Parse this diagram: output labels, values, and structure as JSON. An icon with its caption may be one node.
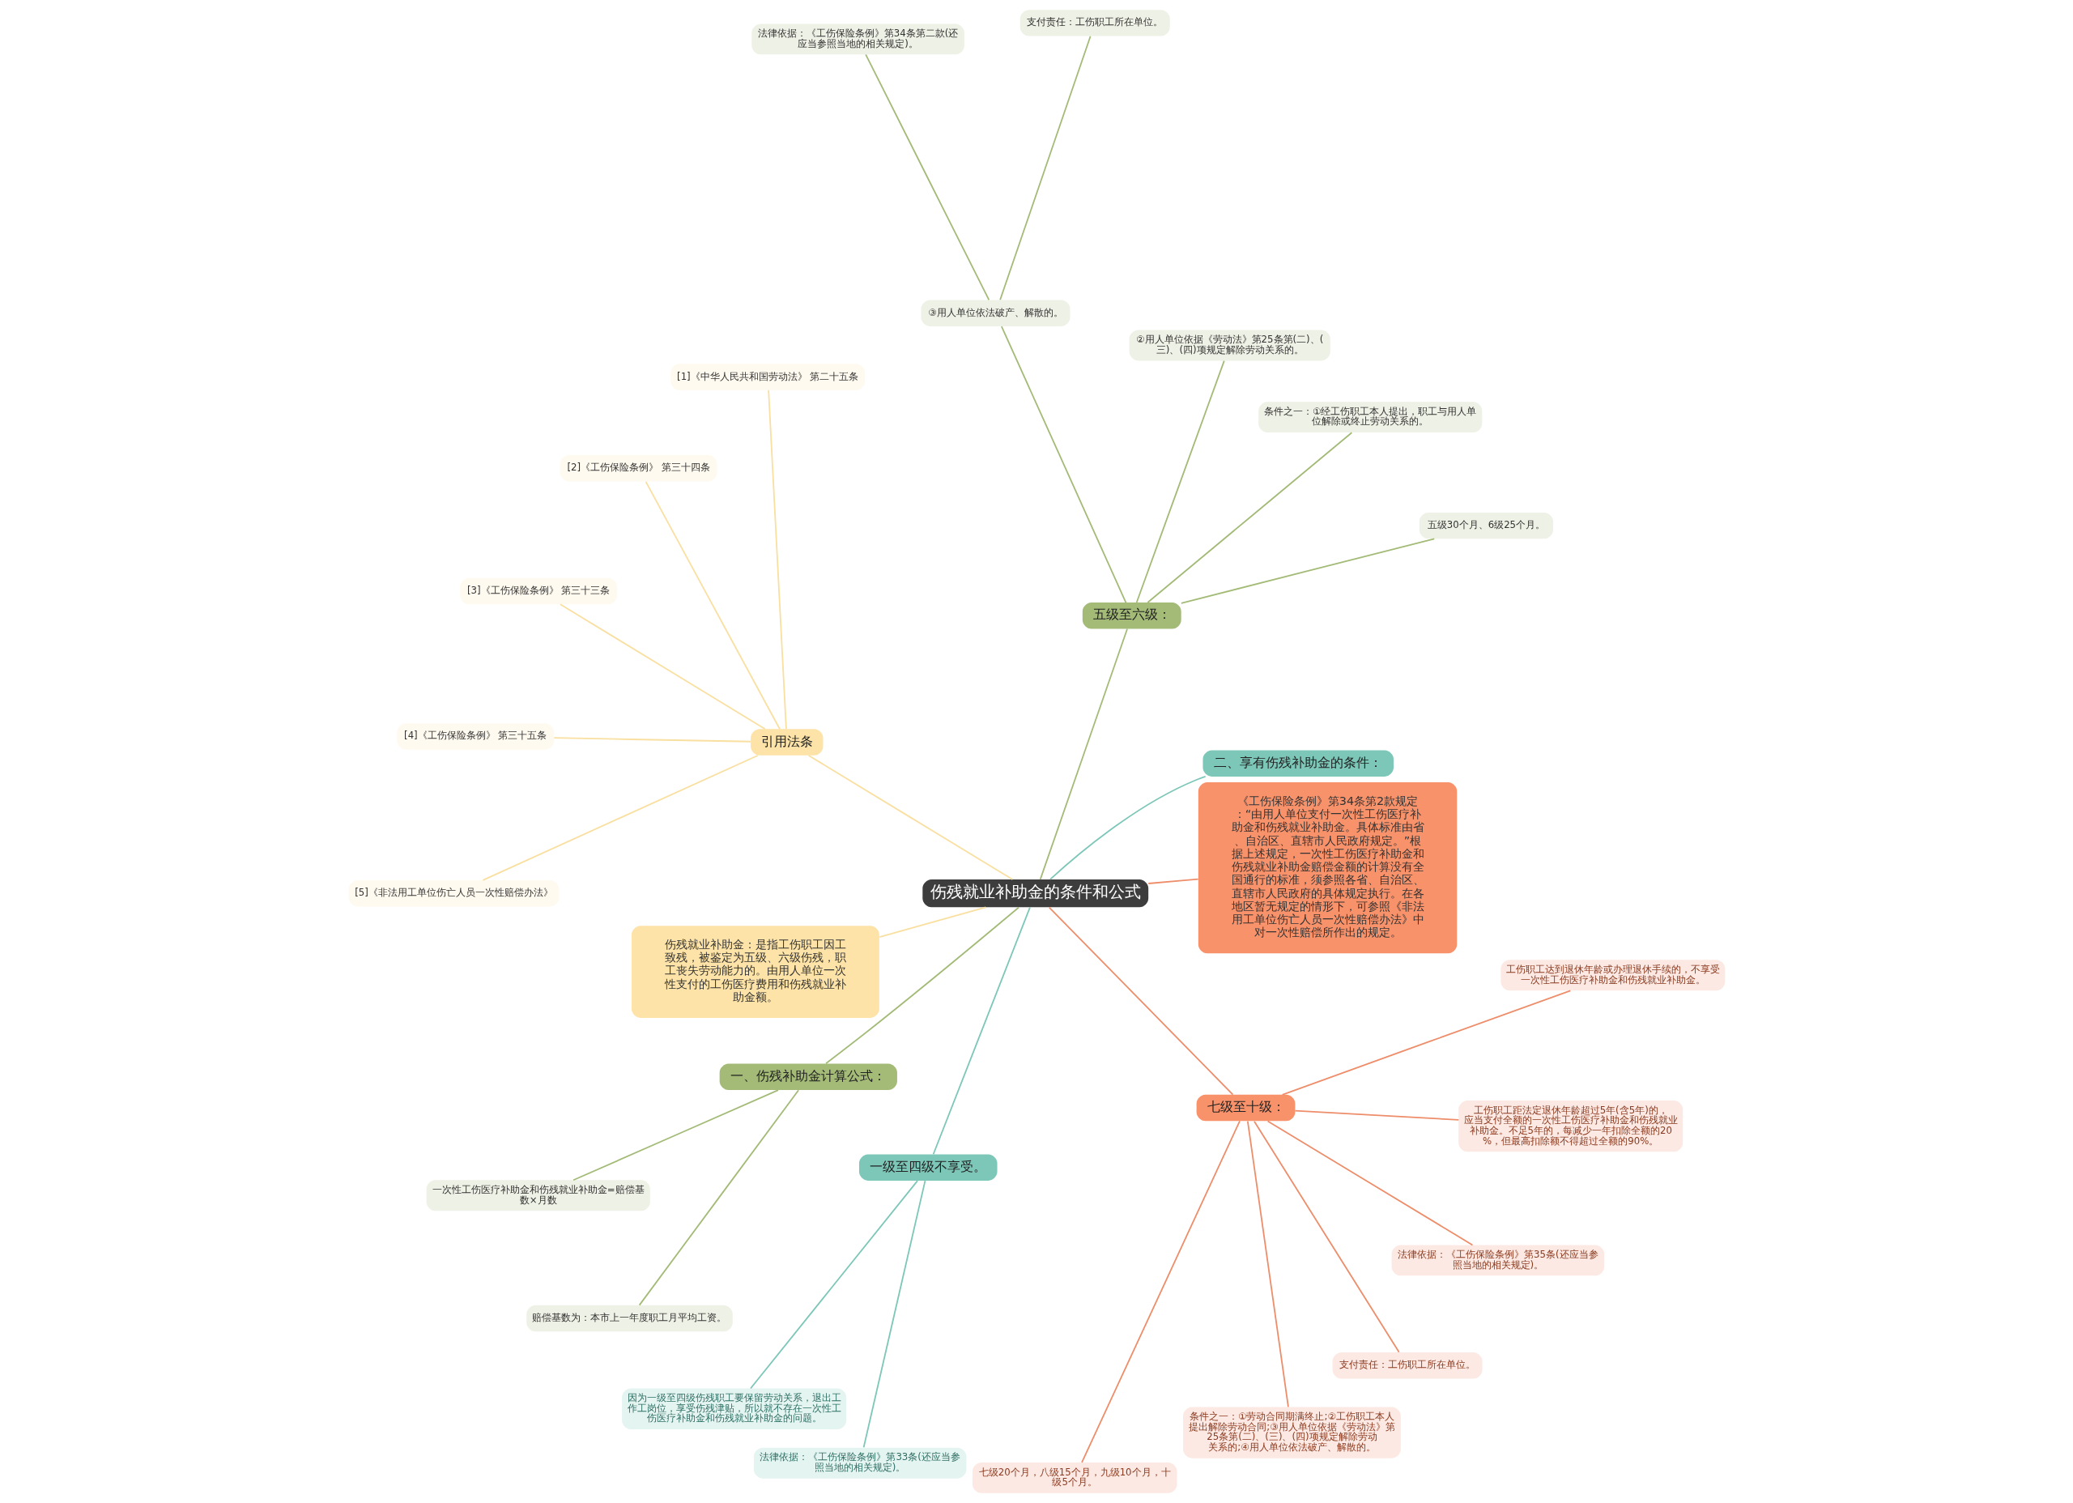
{
  "diagram": {
    "nodes": [
      {
        "text": [
          "伤残就业补助金的条件和公式"
        ]
      },
      {
        "text": [
          "《工伤保险条例》第34条第2款规定：“由用人单位支付一次性工伤医疗补助金和伤残就业补助金。具体标准由省、自治区、直辖市人民政府规定。”根据上述规定，一次性工伤医疗补助金和伤残就业补助金赔偿金额的计算没有全国通行的标准，须参照各省、自治区、直辖市人民政府的具体规定执行。在各地区暂无规定的情形下，可参照《非法用工单位伤亡人员一次性赔偿办法》中对一次性赔偿所作出的规定。"
        ]
      },
      {
        "text": [
          "二、享有伤残补助金的条件："
        ]
      },
      {
        "text": [
          "五级至六级："
        ]
      },
      {
        "text": [
          "五级30个月、6级25个月。"
        ]
      },
      {
        "text": [
          "条件之一：①经工伤职工本人提出，职工与用人单位解除或终止劳动关系的。"
        ]
      },
      {
        "text": [
          "②用人单位依据《劳动法》第25条第(二)、(三)、(四)项规定解除劳动关系的。"
        ]
      },
      {
        "text": [
          "③用人单位依法破产、解散的。"
        ]
      },
      {
        "text": [
          "支付责任：工伤职工所在单位。"
        ]
      },
      {
        "text": [
          "法律依据：《工伤保险条例》第34条第二款(还应当参照当地的相关规定)。"
        ]
      },
      {
        "text": [
          "引用法条"
        ]
      },
      {
        "text": [
          "[1]《中华人民共和国劳动法》 第二十五条"
        ]
      },
      {
        "text": [
          "[2]《工伤保险条例》 第三十四条"
        ]
      },
      {
        "text": [
          "[3]《工伤保险条例》 第三十三条"
        ]
      },
      {
        "text": [
          "[4]《工伤保险条例》 第三十五条"
        ]
      },
      {
        "text": [
          "[5]《非法用工单位伤亡人员一次性赔偿办法》"
        ]
      },
      {
        "text": [
          "伤残就业补助金：是指工伤职工因工致残，被鉴定为五级、六级伤残，职工丧失劳动能力的。由用人单位一次性支付的工伤医疗费用和伤残就业补助金额。"
        ]
      },
      {
        "text": [
          "一、伤残补助金计算公式："
        ]
      },
      {
        "text": [
          "一次性工伤医疗补助金和伤残就业补助金=赔偿基数×月数"
        ]
      },
      {
        "text": [
          "赔偿基数为：本市上一年度职工月平均工资。"
        ]
      },
      {
        "text": [
          "一级至四级不享受。"
        ]
      },
      {
        "text": [
          "因为一级至四级伤残职工要保留劳动关系，退出工作工岗位，享受伤残津贴，所以就不存在一次性工伤医疗补助金和伤残就业补助金的问题。"
        ]
      },
      {
        "text": [
          "法律依据：《工伤保险条例》第33条(还应当参照当地的相关规定)。"
        ]
      },
      {
        "text": [
          "七级至十级："
        ]
      },
      {
        "text": [
          "七级20个月，八级15个月，九级10个月，十级5个月。"
        ]
      },
      {
        "text": [
          "条件之一：①劳动合同期满终止;②工伤职工本人提出解除劳动合同;③用人单位依据《劳动法》第25条第(二)、(三)、(四)项规定解除劳动关系的;④用人单位依法破产、解散的。"
        ]
      },
      {
        "text": [
          "支付责任：工伤职工所在单位。"
        ]
      },
      {
        "text": [
          "法律依据：《工伤保险条例》第35条(还应当参照当地的相关规定)。"
        ]
      },
      {
        "text": [
          "工伤职工距法定退休年龄超过5年(含5年)的，应当支付全额的一次性工伤医疗补助金和伤残就业补助金。不足5年的，每减少一年扣除全额的20%，但最高扣除额不得超过全额的90%。"
        ]
      },
      {
        "text": [
          "工伤职工达到退休年龄或办理退休手续的，不享受一次性工伤医疗补助金和伤残就业补助金。"
        ]
      }
    ],
    "edges": [
      {
        "from": 0,
        "to": 1,
        "arrow": "none",
        "color": "#ee8d6a"
      },
      {
        "from": 0,
        "to": 2,
        "arrow": "none",
        "color": "#7cc7b8"
      },
      {
        "from": 0,
        "to": 3,
        "arrow": "none"
      },
      {
        "from": 3,
        "to": 4,
        "arrow": "none"
      },
      {
        "from": 3,
        "to": 5,
        "arrow": "none"
      },
      {
        "from": 3,
        "to": 6,
        "arrow": "none"
      },
      {
        "from": 3,
        "to": 7,
        "arrow": "none"
      },
      {
        "from": 7,
        "to": 8,
        "arrow": "none"
      },
      {
        "from": 7,
        "to": 9,
        "arrow": "none"
      },
      {
        "from": 0,
        "to": 10,
        "arrow": "none",
        "color": "#f9dfa0"
      },
      {
        "from": 10,
        "to": 11,
        "arrow": "none",
        "color": "#f9dfa0"
      },
      {
        "from": 10,
        "to": 12,
        "arrow": "none",
        "color": "#f9dfa0"
      },
      {
        "from": 10,
        "to": 13,
        "arrow": "none",
        "color": "#f9dfa0"
      },
      {
        "from": 10,
        "to": 14,
        "arrow": "none",
        "color": "#f9dfa0"
      },
      {
        "from": 10,
        "to": 15,
        "arrow": "none",
        "color": "#f9dfa0"
      },
      {
        "from": 0,
        "to": 16,
        "arrow": "none",
        "color": "#f9dfa0"
      },
      {
        "from": 0,
        "to": 17,
        "arrow": "none"
      },
      {
        "from": 17,
        "to": 18,
        "arrow": "none"
      },
      {
        "from": 17,
        "to": 19,
        "arrow": "none"
      },
      {
        "from": 0,
        "to": 20,
        "arrow": "none",
        "color": "#7cc7b8"
      },
      {
        "from": 20,
        "to": 21,
        "arrow": "none",
        "color": "#7cc7b8"
      },
      {
        "from": 20,
        "to": 22,
        "arrow": "none",
        "color": "#7cc7b8"
      },
      {
        "from": 0,
        "to": 23,
        "arrow": "none",
        "color": "#ee8d6a"
      },
      {
        "from": 23,
        "to": 24,
        "arrow": "none",
        "color": "#ee8d6a"
      },
      {
        "from": 23,
        "to": 25,
        "arrow": "none",
        "color": "#ee8d6a"
      },
      {
        "from": 23,
        "to": 26,
        "arrow": "none",
        "color": "#ee8d6a"
      },
      {
        "from": 23,
        "to": 27,
        "arrow": "none",
        "color": "#ee8d6a"
      },
      {
        "from": 23,
        "to": 28,
        "arrow": "none",
        "color": "#ee8d6a"
      },
      {
        "from": 23,
        "to": 29,
        "arrow": "none",
        "color": "#ee8d6a"
      }
    ]
  }
}
